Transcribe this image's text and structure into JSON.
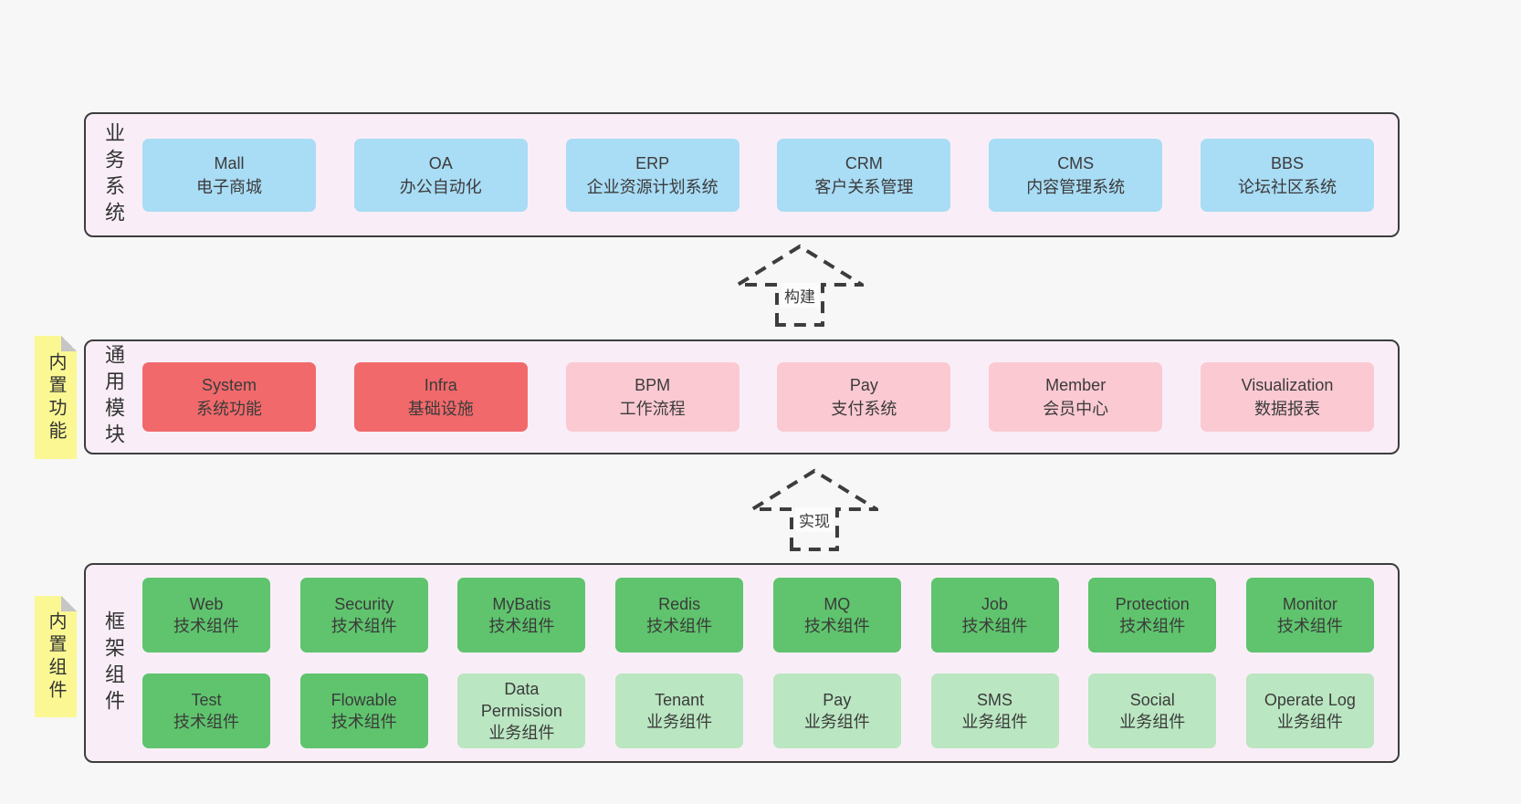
{
  "colors": {
    "page_bg": "#f7f7f7",
    "layer_bg": "#f9eef7",
    "layer_border": "#3d3d3d",
    "blue": "#a9dcf5",
    "red": "#f2696b",
    "pink": "#fbc9d2",
    "green": "#5fc46d",
    "light_green": "#bae6c1",
    "sticky_yellow": "#fbf893",
    "text": "#3b3b3b"
  },
  "layers": [
    {
      "label": "业务系统",
      "boxes": [
        {
          "name": "Mall",
          "desc": "电子商城",
          "type": "blue"
        },
        {
          "name": "OA",
          "desc": "办公自动化",
          "type": "blue"
        },
        {
          "name": "ERP",
          "desc": "企业资源计划系统",
          "type": "blue"
        },
        {
          "name": "CRM",
          "desc": "客户关系管理",
          "type": "blue"
        },
        {
          "name": "CMS",
          "desc": "内容管理系统",
          "type": "blue"
        },
        {
          "name": "BBS",
          "desc": "论坛社区系统",
          "type": "blue"
        }
      ]
    },
    {
      "label": "通用模块",
      "sticky": "内置功能",
      "boxes": [
        {
          "name": "System",
          "desc": "系统功能",
          "type": "red"
        },
        {
          "name": "Infra",
          "desc": "基础设施",
          "type": "red"
        },
        {
          "name": "BPM",
          "desc": "工作流程",
          "type": "pink"
        },
        {
          "name": "Pay",
          "desc": "支付系统",
          "type": "pink"
        },
        {
          "name": "Member",
          "desc": "会员中心",
          "type": "pink"
        },
        {
          "name": "Visualization",
          "desc": "数据报表",
          "type": "pink"
        }
      ]
    },
    {
      "label": "框架组件",
      "sticky": "内置组件",
      "rows": [
        [
          {
            "name": "Web",
            "desc": "技术组件",
            "type": "green"
          },
          {
            "name": "Security",
            "desc": "技术组件",
            "type": "green"
          },
          {
            "name": "MyBatis",
            "desc": "技术组件",
            "type": "green"
          },
          {
            "name": "Redis",
            "desc": "技术组件",
            "type": "green"
          },
          {
            "name": "MQ",
            "desc": "技术组件",
            "type": "green"
          },
          {
            "name": "Job",
            "desc": "技术组件",
            "type": "green"
          },
          {
            "name": "Protection",
            "desc": "技术组件",
            "type": "green"
          },
          {
            "name": "Monitor",
            "desc": "技术组件",
            "type": "green"
          }
        ],
        [
          {
            "name": "Test",
            "desc": "技术组件",
            "type": "green"
          },
          {
            "name": "Flowable",
            "desc": "技术组件",
            "type": "green"
          },
          {
            "name": "Data Permission",
            "desc": "业务组件",
            "type": "lightgreen"
          },
          {
            "name": "Tenant",
            "desc": "业务组件",
            "type": "lightgreen"
          },
          {
            "name": "Pay",
            "desc": "业务组件",
            "type": "lightgreen"
          },
          {
            "name": "SMS",
            "desc": "业务组件",
            "type": "lightgreen"
          },
          {
            "name": "Social",
            "desc": "业务组件",
            "type": "lightgreen"
          },
          {
            "name": "Operate Log",
            "desc": "业务组件",
            "type": "lightgreen"
          }
        ]
      ]
    }
  ],
  "arrows": [
    {
      "label": "构建"
    },
    {
      "label": "实现"
    }
  ]
}
